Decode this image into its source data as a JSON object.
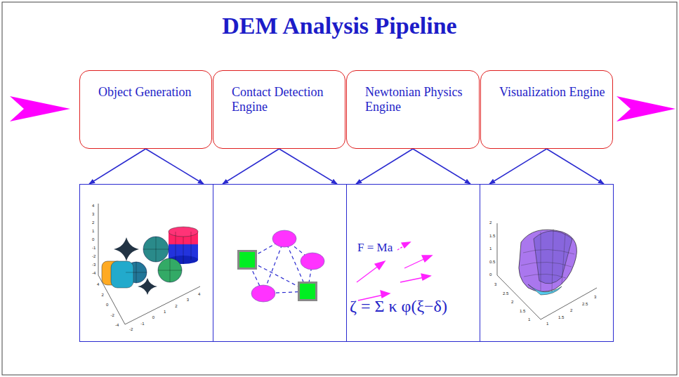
{
  "diagram": {
    "title": "DEM Analysis Pipeline",
    "nodes": [
      {
        "text": [
          "Object Generation"
        ]
      },
      {
        "text": [
          "Contact Detection Engine"
        ]
      },
      {
        "text": [
          "Newtonian Physics Engine"
        ]
      },
      {
        "text": [
          "Visualization Engine"
        ]
      },
      {
        "text": []
      },
      {
        "text": []
      },
      {
        "text": [
          "F = Ma",
          "ζ = Σ κ φ(ξ−δ)"
        ]
      },
      {
        "text": []
      }
    ],
    "edges": [
      {
        "from": 0,
        "to": 4,
        "arrow": "to"
      },
      {
        "from": 0,
        "to": 4,
        "arrow": "to"
      },
      {
        "from": 1,
        "to": 5,
        "arrow": "to"
      },
      {
        "from": 1,
        "to": 5,
        "arrow": "to"
      },
      {
        "from": 2,
        "to": 6,
        "arrow": "to"
      },
      {
        "from": 2,
        "to": 6,
        "arrow": "to"
      },
      {
        "from": 3,
        "to": 7,
        "arrow": "to"
      },
      {
        "from": 3,
        "to": 7,
        "arrow": "to"
      }
    ],
    "labels": [
      "4",
      "3",
      "2",
      "1",
      "0",
      "-1",
      "-2",
      "-3",
      "-4",
      "4",
      "2",
      "0",
      "-2",
      "-4",
      "-2",
      "-1",
      "0",
      "1",
      "2",
      "3",
      "4",
      "2",
      "1.5",
      "1",
      "0.5",
      "0",
      "3",
      "2.5",
      "2",
      "1.5",
      "1",
      "1",
      "1.5",
      "2",
      "2.5",
      "3"
    ]
  }
}
